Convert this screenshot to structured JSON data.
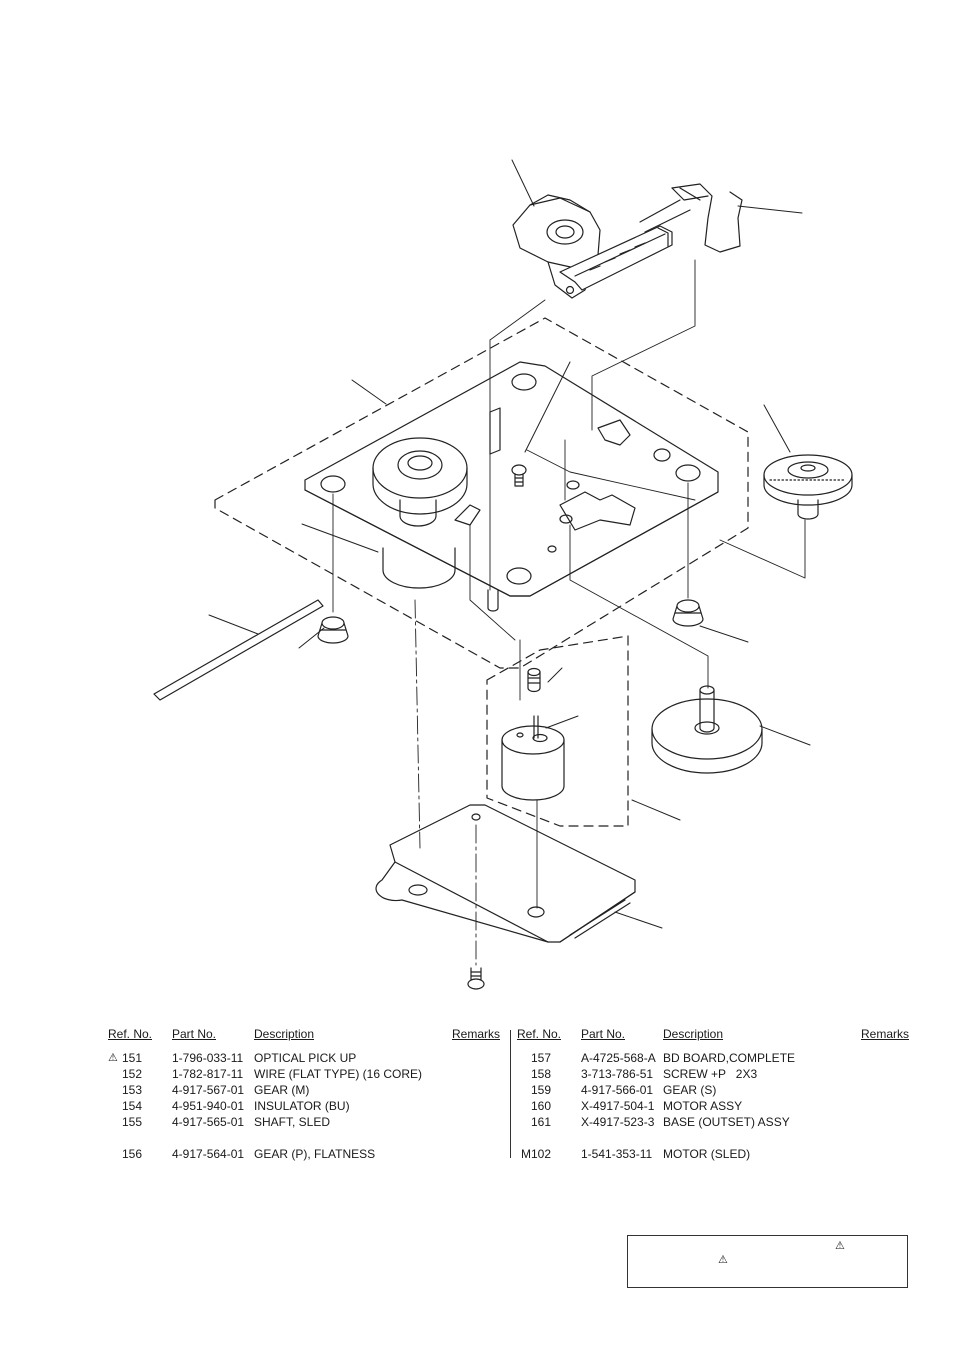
{
  "table_headers": {
    "ref": "Ref. No.",
    "part": "Part No.",
    "desc": "Description",
    "remarks": "Remarks"
  },
  "warning_symbol": "⚠",
  "left_rows": [
    {
      "ref": "151",
      "part": "1-796-033-11",
      "desc": "OPTICAL PICK UP",
      "warning": true
    },
    {
      "ref": "152",
      "part": "1-782-817-11",
      "desc": "WIRE (FLAT TYPE) (16 CORE)"
    },
    {
      "ref": "153",
      "part": "4-917-567-01",
      "desc": "GEAR (M)"
    },
    {
      "ref": "154",
      "part": "4-951-940-01",
      "desc": "INSULATOR (BU)"
    },
    {
      "ref": "155",
      "part": "4-917-565-01",
      "desc": "SHAFT, SLED"
    },
    {
      "ref": "156",
      "part": "4-917-564-01",
      "desc": "GEAR (P), FLATNESS"
    }
  ],
  "right_rows": [
    {
      "ref": "157",
      "part": "A-4725-568-A",
      "desc": "BD BOARD,COMPLETE"
    },
    {
      "ref": "158",
      "part": "3-713-786-51",
      "desc": "SCREW +P   2X3"
    },
    {
      "ref": "159",
      "part": "4-917-566-01",
      "desc": "GEAR (S)"
    },
    {
      "ref": "160",
      "part": "X-4917-504-1",
      "desc": "MOTOR ASSY"
    },
    {
      "ref": "161",
      "part": "X-4917-523-3",
      "desc": "BASE (OUTSET) ASSY"
    },
    {
      "ref": "M102",
      "part": "1-541-353-11",
      "desc": "MOTOR (SLED)"
    }
  ]
}
